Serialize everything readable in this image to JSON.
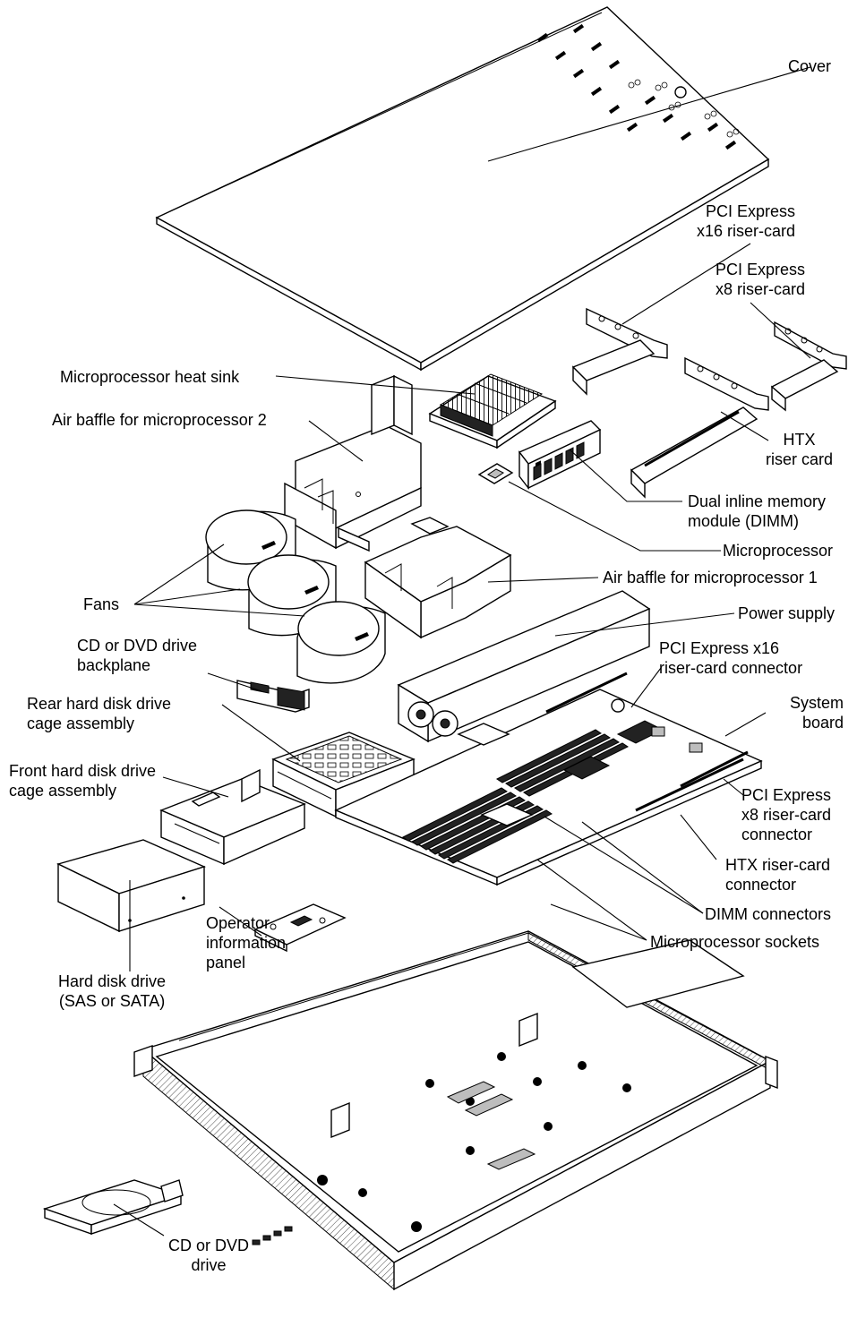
{
  "callouts": {
    "cover": "Cover",
    "pcie_x16_riser": [
      "PCI Express",
      "x16 riser-card"
    ],
    "pcie_x8_riser": [
      "PCI Express",
      "x8 riser-card"
    ],
    "heat_sink": "Microprocessor heat sink",
    "air_baffle_2": "Air baffle for microprocessor 2",
    "htx_riser": [
      "HTX",
      "riser card"
    ],
    "dimm": [
      "Dual inline memory",
      "module (DIMM)"
    ],
    "microprocessor": "Microprocessor",
    "air_baffle_1": "Air baffle for microprocessor 1",
    "fans": "Fans",
    "power_supply": "Power supply",
    "cd_backplane": [
      "CD or DVD drive",
      "backplane"
    ],
    "pcie_x16_connector": [
      "PCI Express x16",
      "riser-card connector"
    ],
    "rear_hdd_cage": [
      "Rear hard disk drive",
      "cage assembly"
    ],
    "system_board": [
      "System",
      "board"
    ],
    "front_hdd_cage": [
      "Front hard disk drive",
      "cage assembly"
    ],
    "pcie_x8_connector": [
      "PCI Express",
      "x8 riser-card",
      "connector"
    ],
    "htx_connector": [
      "HTX riser-card",
      "connector"
    ],
    "dimm_connectors": "DIMM connectors",
    "operator_panel": [
      "Operator",
      "information",
      "panel"
    ],
    "cpu_sockets": "Microprocessor sockets",
    "hdd": [
      "Hard disk drive",
      "(SAS or SATA)"
    ],
    "cd_drive": [
      "CD or DVD",
      "drive"
    ]
  }
}
